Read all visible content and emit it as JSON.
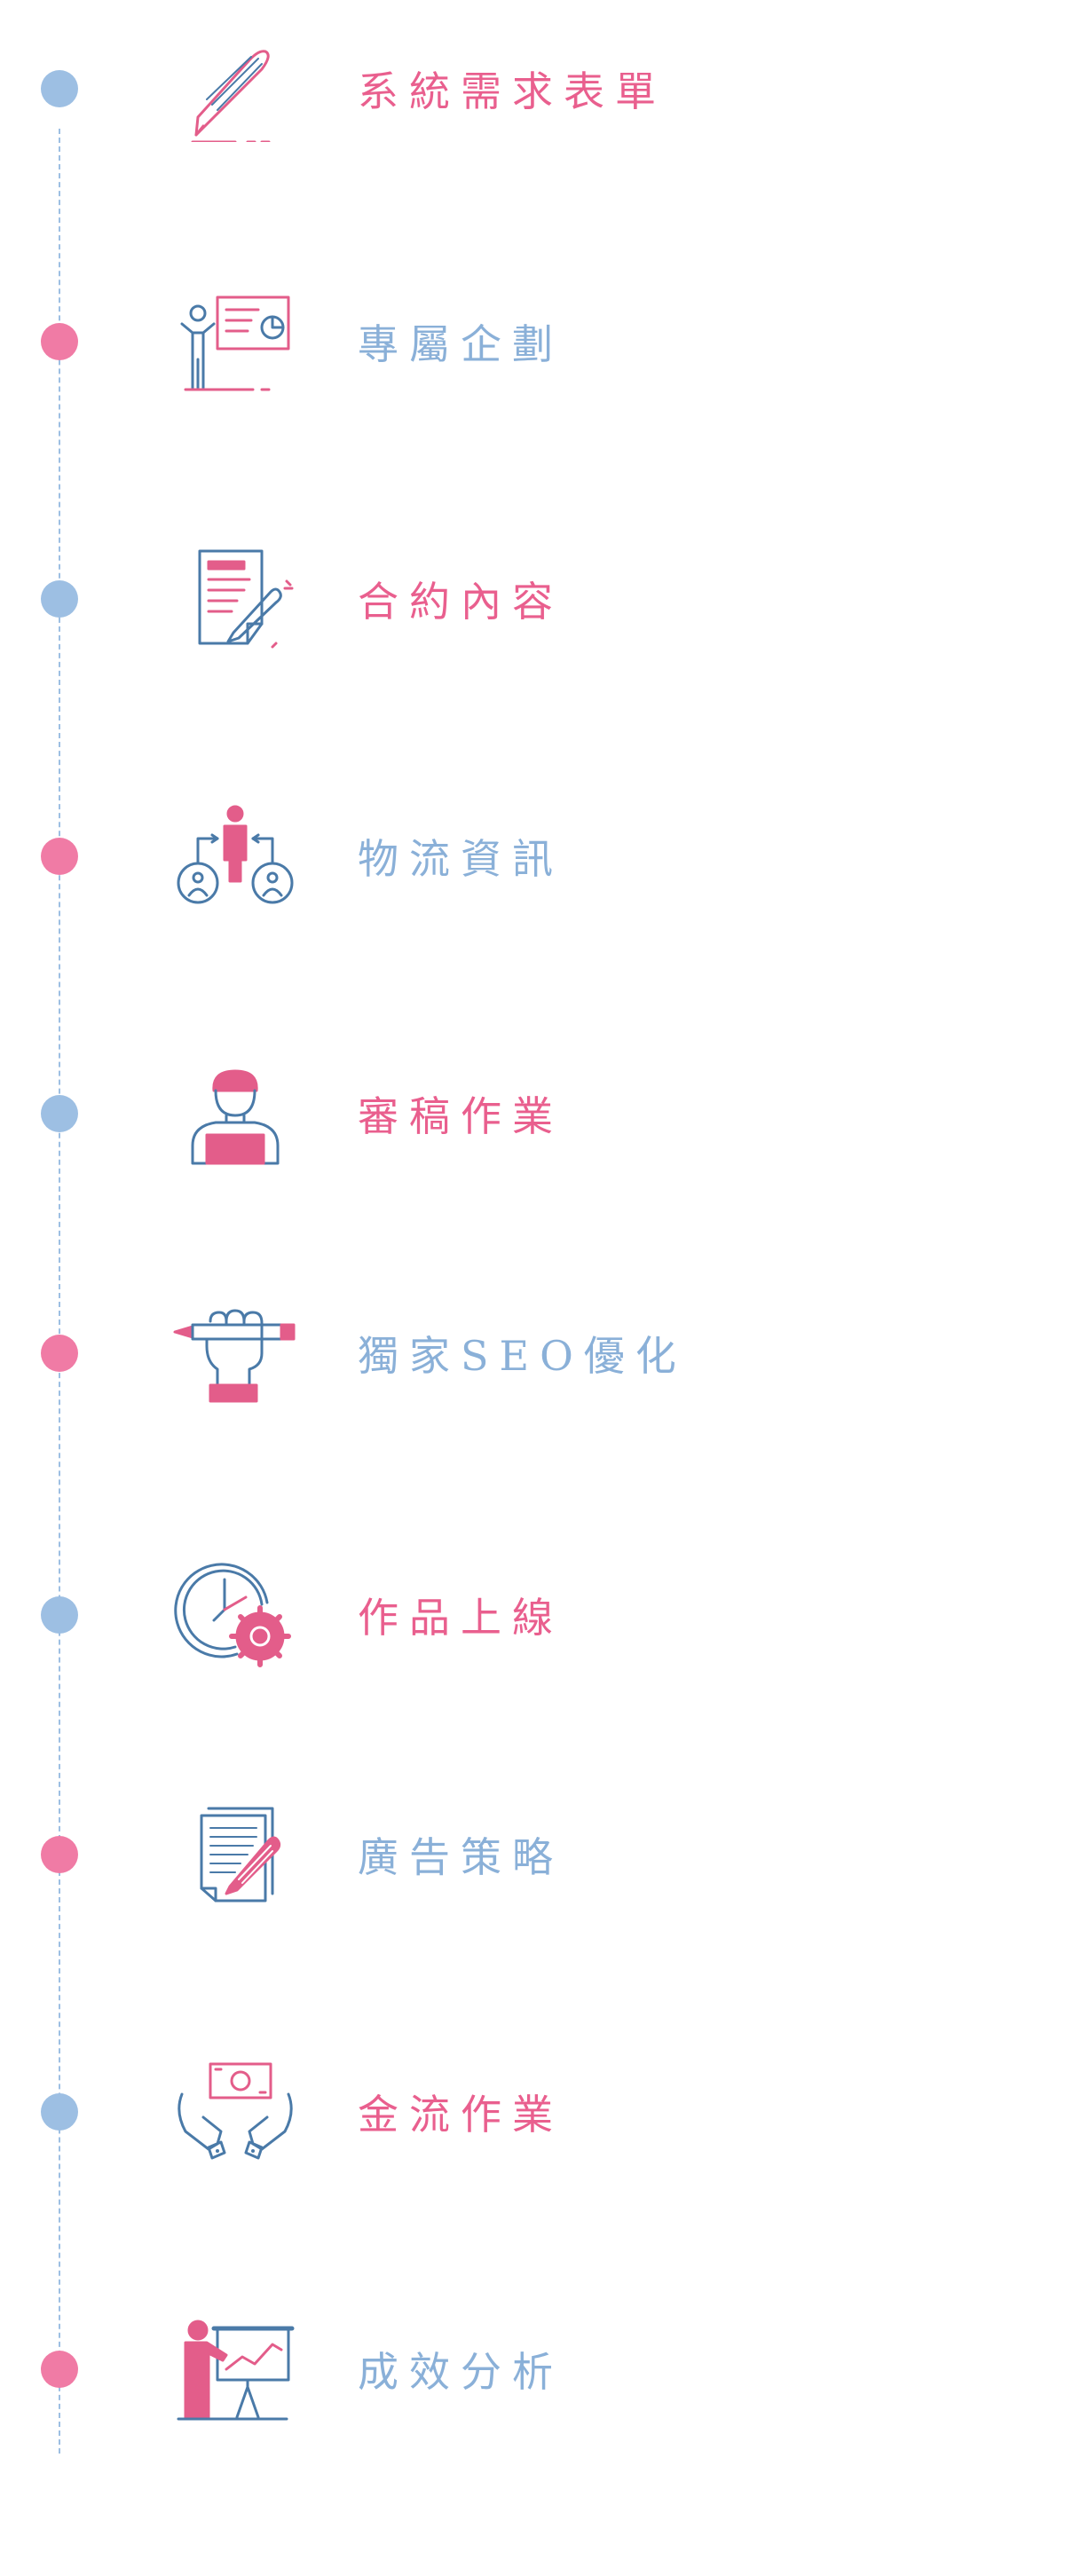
{
  "steps": [
    {
      "label": "系統需求表單",
      "icon": "quill-pen-icon",
      "dot_color": "blue",
      "label_color": "pink"
    },
    {
      "label": "專屬企劃",
      "icon": "presentation-icon",
      "dot_color": "pink",
      "label_color": "blue"
    },
    {
      "label": "合約內容",
      "icon": "contract-icon",
      "dot_color": "blue",
      "label_color": "pink"
    },
    {
      "label": "物流資訊",
      "icon": "logistics-network-icon",
      "dot_color": "pink",
      "label_color": "blue"
    },
    {
      "label": "審稿作業",
      "icon": "reviewer-icon",
      "dot_color": "blue",
      "label_color": "pink"
    },
    {
      "label": "獨家SEO優化",
      "icon": "hand-pencil-icon",
      "dot_color": "pink",
      "label_color": "blue"
    },
    {
      "label": "作品上線",
      "icon": "clock-gear-icon",
      "dot_color": "blue",
      "label_color": "pink"
    },
    {
      "label": "廣告策略",
      "icon": "documents-pen-icon",
      "dot_color": "pink",
      "label_color": "blue"
    },
    {
      "label": "金流作業",
      "icon": "hands-money-icon",
      "dot_color": "blue",
      "label_color": "pink"
    },
    {
      "label": "成效分析",
      "icon": "presenter-chart-icon",
      "dot_color": "pink",
      "label_color": "blue"
    }
  ],
  "colors": {
    "blue": "#9dbfe3",
    "pink": "#f07ba5",
    "label_pink": "#e95f8e",
    "label_blue": "#8ab0d8",
    "icon_blue": "#4a7aa8",
    "icon_pink": "#e35d8a"
  }
}
